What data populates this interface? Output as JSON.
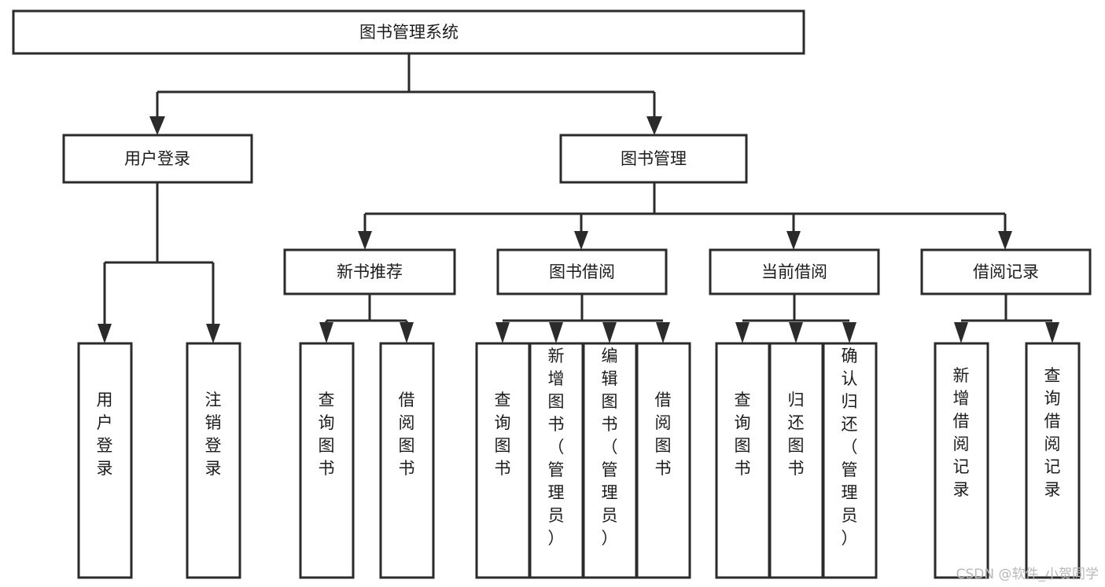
{
  "diagram": {
    "title": "图书管理系统",
    "type": "tree-diagram",
    "orientation": "top-down",
    "colors": {
      "box_stroke": "#2b2b2b",
      "box_fill": "#ffffff",
      "connector": "#2b2b2b",
      "text": "#1c1c1c",
      "background": "#ffffff",
      "watermark": "#b8b8b8"
    },
    "root": {
      "label": "图书管理系统",
      "name": "node-system-root"
    },
    "level2": [
      {
        "label": "用户登录",
        "name": "node-user-login"
      },
      {
        "label": "图书管理",
        "name": "node-book-management"
      }
    ],
    "level3": [
      {
        "label": "新书推荐",
        "name": "node-new-book-recommend"
      },
      {
        "label": "图书借阅",
        "name": "node-book-borrow"
      },
      {
        "label": "当前借阅",
        "name": "node-current-borrow"
      },
      {
        "label": "借阅记录",
        "name": "node-borrow-record"
      }
    ],
    "leaves": {
      "user_login": [
        {
          "label": "用户登录",
          "name": "leaf-user-login"
        },
        {
          "label": "注销登录",
          "name": "leaf-logout"
        }
      ],
      "new_book_recommend": [
        {
          "label": "查询图书",
          "name": "leaf-query-book-1"
        },
        {
          "label": "借阅图书",
          "name": "leaf-borrow-book-1"
        }
      ],
      "book_borrow": [
        {
          "label": "查询图书",
          "name": "leaf-query-book-2"
        },
        {
          "label": "新增图书（管理员）",
          "name": "leaf-add-book-admin"
        },
        {
          "label": "编辑图书（管理员）",
          "name": "leaf-edit-book-admin"
        },
        {
          "label": "借阅图书",
          "name": "leaf-borrow-book-2"
        }
      ],
      "current_borrow": [
        {
          "label": "查询图书",
          "name": "leaf-query-book-3"
        },
        {
          "label": "归还图书",
          "name": "leaf-return-book"
        },
        {
          "label": "确认归还（管理员）",
          "name": "leaf-confirm-return-admin"
        }
      ],
      "borrow_record": [
        {
          "label": "新增借阅记录",
          "name": "leaf-add-borrow-record"
        },
        {
          "label": "查询借阅记录",
          "name": "leaf-query-borrow-record"
        }
      ]
    }
  },
  "watermark": {
    "text": "CSDN @软件_小贺同学"
  }
}
